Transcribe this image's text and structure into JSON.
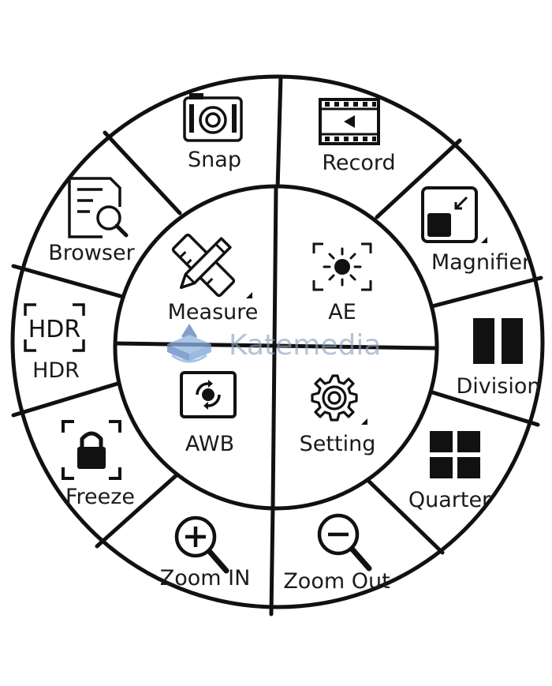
{
  "outer_ring": [
    {
      "key": "snap",
      "label": "Snap",
      "icon": "camera-icon"
    },
    {
      "key": "record",
      "label": "Record",
      "icon": "video-record-icon"
    },
    {
      "key": "magnifier",
      "label": "Magnifier",
      "icon": "magnifier-window-icon"
    },
    {
      "key": "division",
      "label": "Division",
      "icon": "split-screen-icon"
    },
    {
      "key": "quarter",
      "label": "Quarter",
      "icon": "quad-screen-icon"
    },
    {
      "key": "zoom_out",
      "label": "Zoom Out",
      "icon": "zoom-out-icon"
    },
    {
      "key": "zoom_in",
      "label": "Zoom IN",
      "icon": "zoom-in-icon"
    },
    {
      "key": "freeze",
      "label": "Freeze",
      "icon": "lock-icon"
    },
    {
      "key": "hdr",
      "label": "HDR",
      "icon": "hdr-icon",
      "icon_text": "HDR"
    },
    {
      "key": "browser",
      "label": "Browser",
      "icon": "browse-document-icon"
    }
  ],
  "inner_ring": [
    {
      "key": "measure",
      "label": "Measure",
      "icon": "ruler-pencil-icon"
    },
    {
      "key": "ae",
      "label": "AE",
      "icon": "sun-exposure-icon"
    },
    {
      "key": "awb",
      "label": "AWB",
      "icon": "white-balance-icon"
    },
    {
      "key": "setting",
      "label": "Setting",
      "icon": "gear-icon"
    }
  ],
  "watermark": {
    "text": "Katemedia",
    "icon": "watermark-logo-icon"
  }
}
